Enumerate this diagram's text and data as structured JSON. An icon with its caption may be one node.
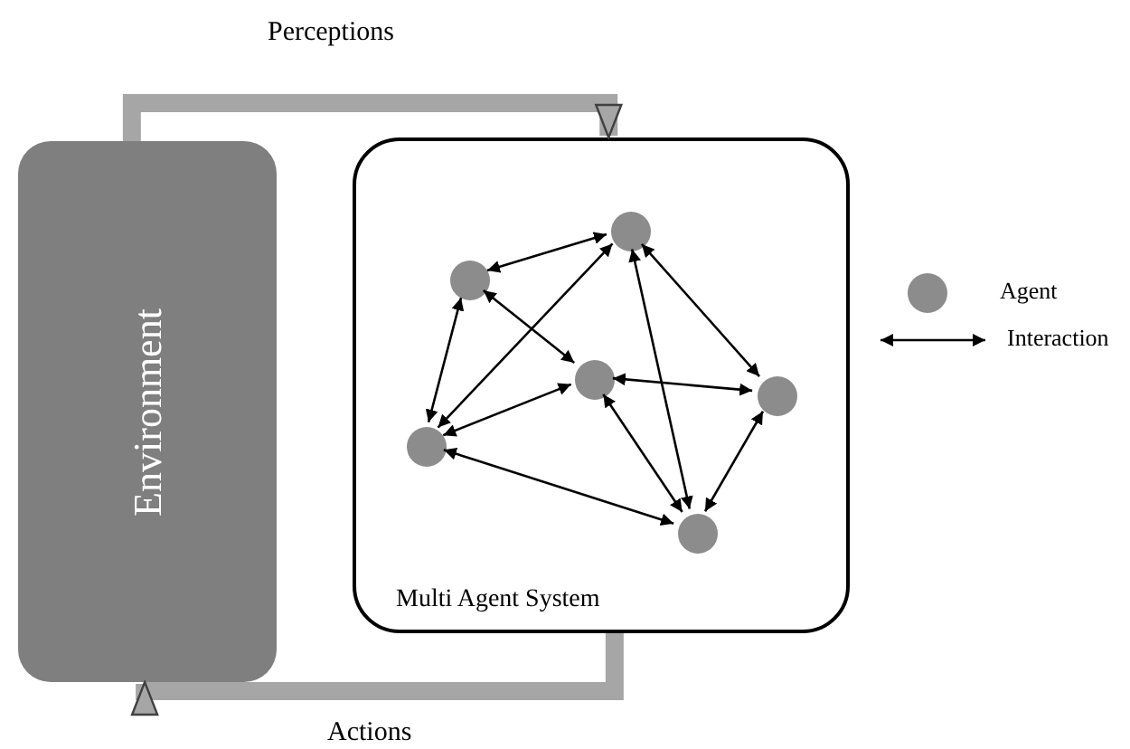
{
  "diagram": {
    "nodes": [
      {
        "text": [
          "Environment"
        ]
      },
      {
        "text": [
          "Multi Agent System"
        ]
      },
      {
        "text": [],
        "shape": "circle",
        "in": 1
      },
      {
        "text": [],
        "shape": "circle",
        "in": 1
      },
      {
        "text": [],
        "shape": "circle",
        "in": 1
      },
      {
        "text": [],
        "shape": "circle",
        "in": 1
      },
      {
        "text": [],
        "shape": "circle",
        "in": 1
      },
      {
        "text": [],
        "shape": "circle",
        "in": 1
      }
    ],
    "edges": [
      {
        "from": 0,
        "to": 1,
        "arrow": "to",
        "label": "Perceptions",
        "style": "thick",
        "color": "#a6a6a6"
      },
      {
        "from": 1,
        "to": 0,
        "arrow": "to",
        "label": "Actions",
        "style": "thick",
        "color": "#a6a6a6"
      },
      {
        "from": 2,
        "to": 3,
        "arrow": "both"
      },
      {
        "from": 2,
        "to": 6,
        "arrow": "both"
      },
      {
        "from": 2,
        "to": 4,
        "arrow": "both"
      },
      {
        "from": 3,
        "to": 6,
        "arrow": "both"
      },
      {
        "from": 3,
        "to": 7,
        "arrow": "both"
      },
      {
        "from": 3,
        "to": 5,
        "arrow": "both"
      },
      {
        "from": 4,
        "to": 5,
        "arrow": "both"
      },
      {
        "from": 4,
        "to": 6,
        "arrow": "both"
      },
      {
        "from": 4,
        "to": 7,
        "arrow": "both"
      },
      {
        "from": 5,
        "to": 7,
        "arrow": "both"
      },
      {
        "from": 6,
        "to": 7,
        "arrow": "both"
      }
    ],
    "legend": [
      {
        "text": "Agent"
      },
      {
        "text": "Interaction"
      }
    ]
  }
}
